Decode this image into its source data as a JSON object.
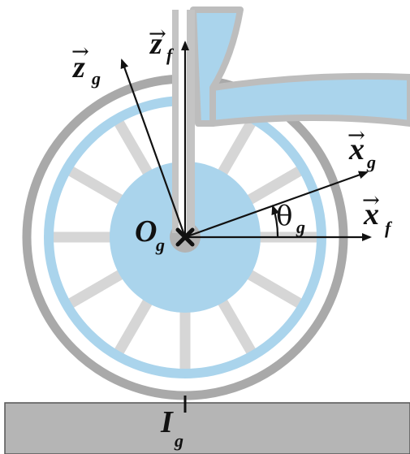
{
  "colors": {
    "rim": "#bdbdbd",
    "tire": "#a9a9a9",
    "blue": "#aad4ec",
    "spoke": "#d2d2d2",
    "ground": "#b5b5b5",
    "ink": "#111111"
  },
  "labels": {
    "z_f": {
      "main": "z",
      "sub": "f"
    },
    "z_g": {
      "main": "z",
      "sub": "g"
    },
    "x_g": {
      "main": "x",
      "sub": "g"
    },
    "x_f": {
      "main": "x",
      "sub": "f"
    },
    "theta": {
      "main": "θ",
      "sub": "g"
    },
    "origin": {
      "main": "O",
      "sub": "g"
    },
    "contact": {
      "main": "I",
      "sub": "g"
    }
  }
}
